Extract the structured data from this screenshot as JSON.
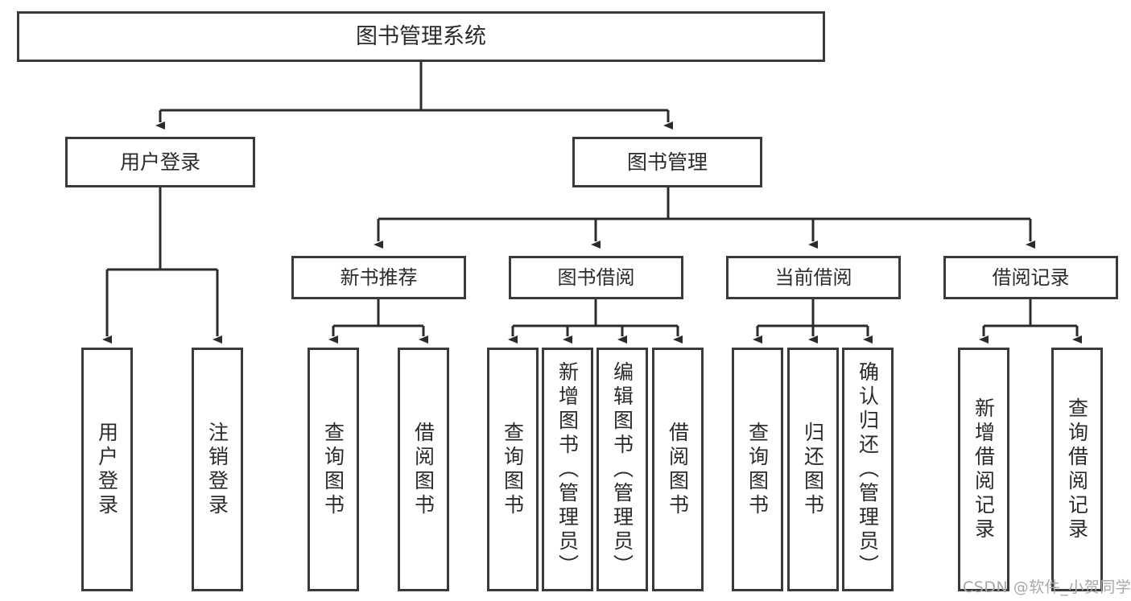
{
  "diagram": {
    "title": "图书管理系统",
    "type": "tree-hierarchy-chart",
    "colors": {
      "box_border": "#3a3a3a",
      "box_fill": "#ffffff",
      "edge": "#2b2b2b",
      "watermark": "#a8a8a8",
      "background": "#ffffff"
    },
    "nodes": {
      "root": {
        "label": "图书管理系统"
      },
      "level1": [
        {
          "id": "user-login",
          "label": "用户登录"
        },
        {
          "id": "book-management",
          "label": "图书管理"
        }
      ],
      "level2": [
        {
          "id": "new-book-recommend",
          "label": "新书推荐"
        },
        {
          "id": "book-borrow",
          "label": "图书借阅"
        },
        {
          "id": "current-borrow",
          "label": "当前借阅"
        },
        {
          "id": "borrow-record",
          "label": "借阅记录"
        }
      ],
      "leaves": {
        "user-login": [
          {
            "id": "leaf-user-login",
            "label": "用户登录"
          },
          {
            "id": "leaf-logout-login",
            "label": "注销登录"
          }
        ],
        "new-book-recommend": [
          {
            "id": "leaf-query-book-1",
            "label": "查询图书"
          },
          {
            "id": "leaf-borrow-book-1",
            "label": "借阅图书"
          }
        ],
        "book-borrow": [
          {
            "id": "leaf-query-book-2",
            "label": "查询图书"
          },
          {
            "id": "leaf-add-book",
            "label": "新增图书（管理员）"
          },
          {
            "id": "leaf-edit-book",
            "label": "编辑图书（管理员）"
          },
          {
            "id": "leaf-borrow-book-2",
            "label": "借阅图书"
          }
        ],
        "current-borrow": [
          {
            "id": "leaf-query-book-3",
            "label": "查询图书"
          },
          {
            "id": "leaf-return-book",
            "label": "归还图书"
          },
          {
            "id": "leaf-confirm-return",
            "label": "确认归还（管理员）"
          }
        ],
        "borrow-record": [
          {
            "id": "leaf-add-record",
            "label": "新增借阅记录"
          },
          {
            "id": "leaf-query-record",
            "label": "查询借阅记录"
          }
        ]
      }
    },
    "watermark": "CSDN @软件_小贺同学"
  }
}
